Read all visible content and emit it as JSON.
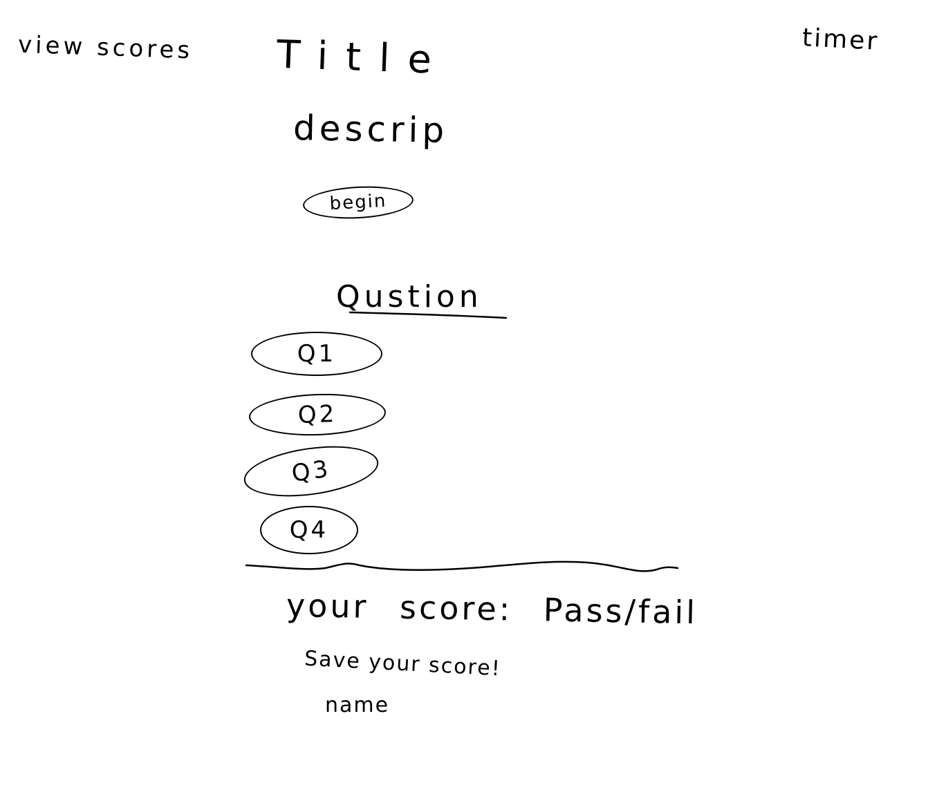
{
  "header": {
    "view_scores_label": "view scores",
    "title": "Title",
    "description": "descrip",
    "timer_label": "timer"
  },
  "start": {
    "begin_label": "begin"
  },
  "quiz": {
    "question_label": "Qustion",
    "answers": [
      {
        "label": "Q1"
      },
      {
        "label": "Q2"
      },
      {
        "label": "Q3"
      },
      {
        "label": "Q4"
      }
    ]
  },
  "results": {
    "score_text": "your score: Pass/fail",
    "save_prompt": "Save your score!",
    "name_label": "name"
  }
}
